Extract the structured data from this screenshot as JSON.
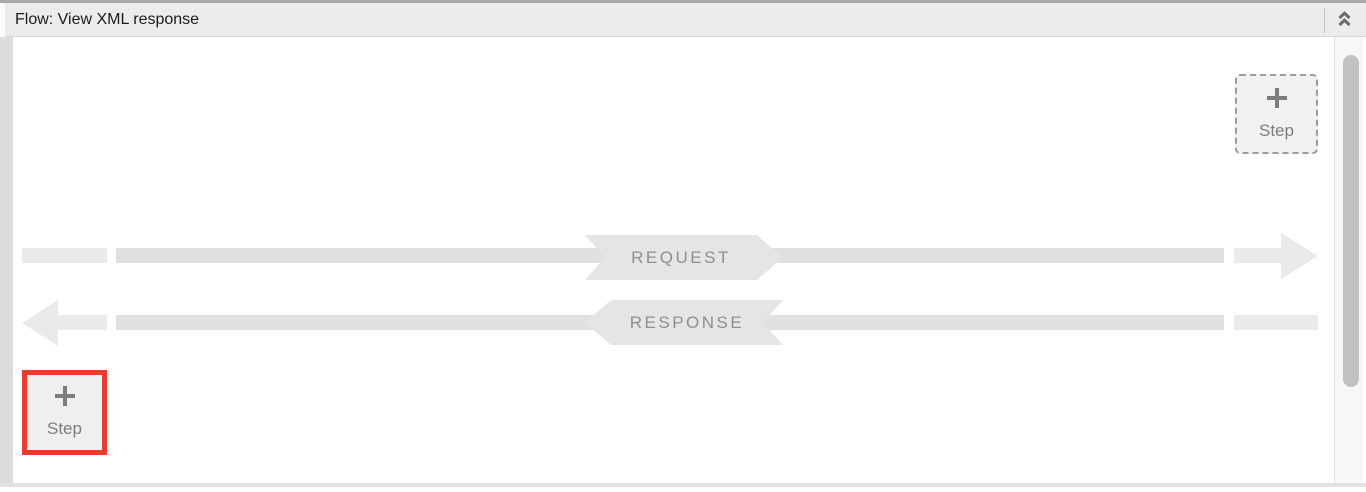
{
  "header": {
    "title": "Flow: View XML response",
    "collapse_icon": "chevron-double-up-icon"
  },
  "flow": {
    "request_label": "REQUEST",
    "response_label": "RESPONSE"
  },
  "buttons": {
    "add_step_top": {
      "icon": "plus-icon",
      "label": "Step"
    },
    "add_step_bottom": {
      "icon": "plus-icon",
      "label": "Step",
      "highlighted": true
    }
  },
  "colors": {
    "highlight_red": "#ee3a2d",
    "header_bg": "#ececec",
    "bar": "#e0e0de",
    "bar_light": "#eaeae8",
    "banner": "#e5e5e3",
    "scrollbar_thumb": "#c2c2c2",
    "text_gray": "#8f8f8f"
  }
}
